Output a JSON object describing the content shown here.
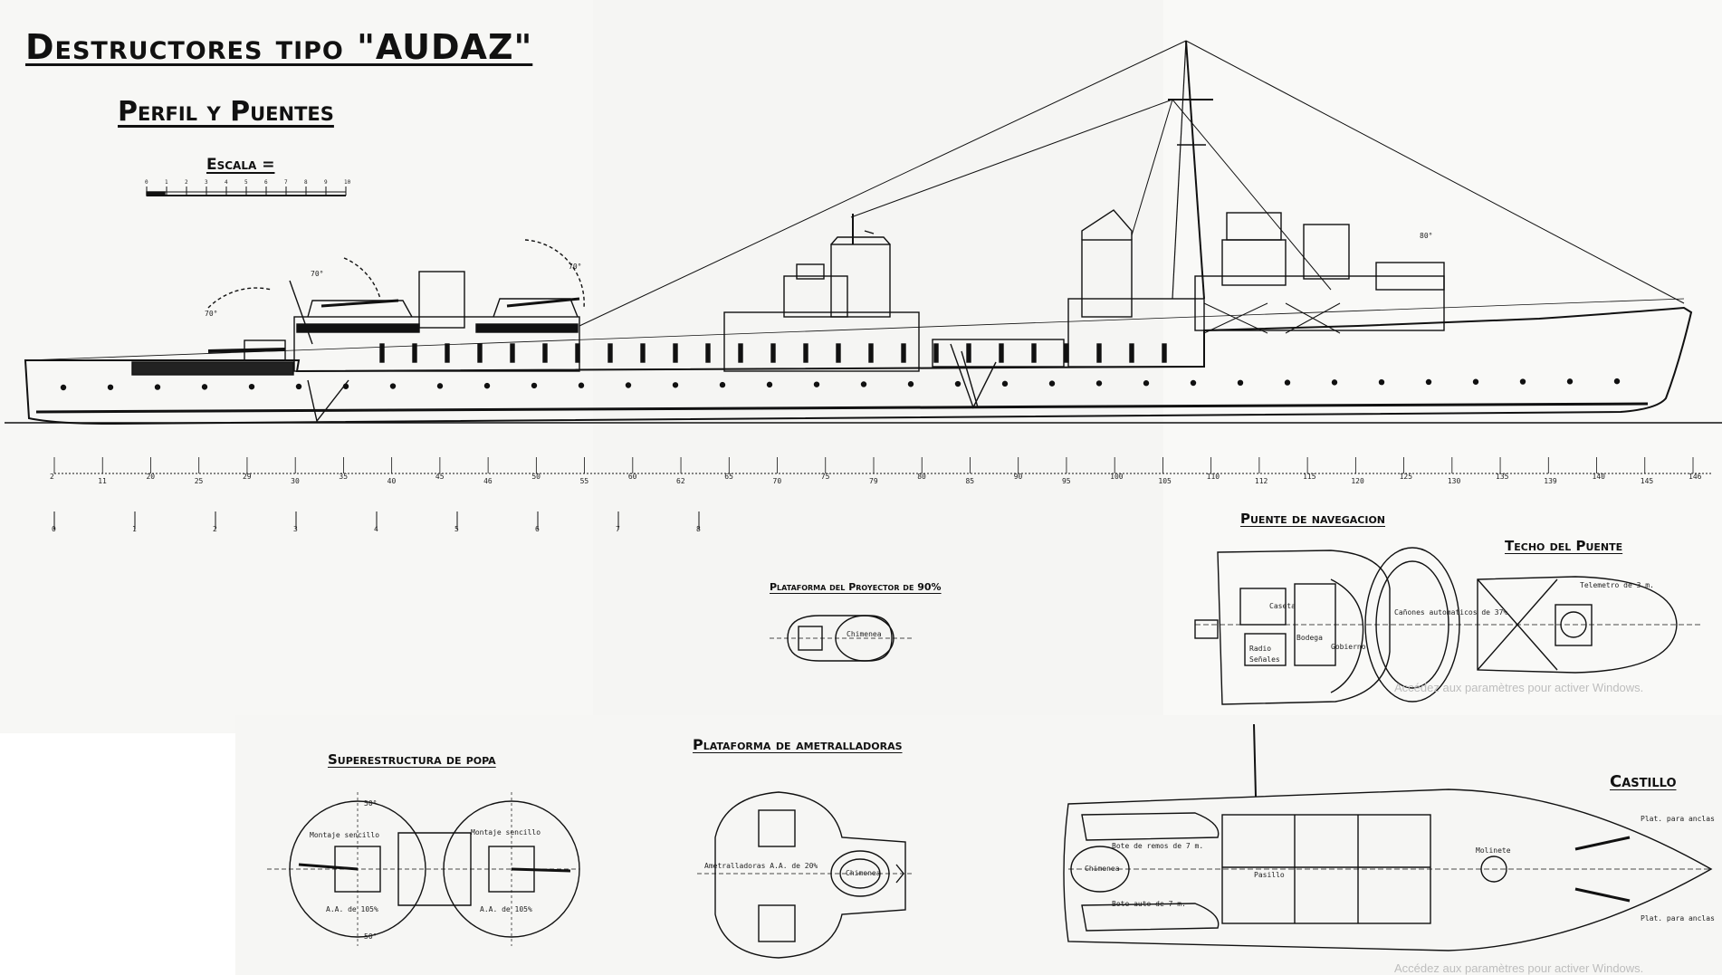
{
  "titles": {
    "main": "Destructores tipo \"AUDAZ\"",
    "subtitle": "Perfil y Puentes",
    "scale": "Escala ="
  },
  "scale_ticks": [
    "0",
    "1",
    "2",
    "3",
    "4",
    "5",
    "6",
    "7",
    "8",
    "9",
    "10"
  ],
  "sections": {
    "proyector": "Plataforma del Proyector de 90%",
    "puente": "Puente de navegacion",
    "techo": "Techo del Puente",
    "popa": "Superestructura de popa",
    "ametralladoras": "Plataforma de ametralladoras",
    "castillo": "Castillo"
  },
  "frame_numbers": [
    "2",
    "11",
    "20",
    "25",
    "29",
    "30",
    "35",
    "40",
    "45",
    "46",
    "50",
    "55",
    "60",
    "62",
    "65",
    "70",
    "75",
    "79",
    "80",
    "85",
    "90",
    "95",
    "100",
    "105",
    "110",
    "112",
    "115",
    "120",
    "125",
    "130",
    "135",
    "139",
    "140",
    "145",
    "146"
  ],
  "ruler_numbers": [
    "0",
    "1",
    "2",
    "3",
    "4",
    "5",
    "6",
    "7",
    "8"
  ],
  "labels": {
    "chimenea": "Chimenea",
    "caseta": "Caseta",
    "gobierno": "Gobierno",
    "radio": "Radio",
    "senales": "Señales",
    "bodega": "Bodega",
    "telemetro": "Telemetro de 3 m.",
    "canones": "Cañones automaticos de 37%",
    "montaje_sencillo": "Montaje sencillo",
    "aa_105": "A.A. de 105%",
    "amet_aa": "Ametralladoras A.A. de 20%",
    "bote_remos": "Bote de remos de 7 m.",
    "bote_auto": "Bote auto de 7 m.",
    "pasillo": "Pasillo",
    "molinete": "Molinete",
    "plat_anclas": "Plat. para anclas",
    "angle_50": "50°",
    "angle_70": "70°",
    "angle_80": "80°"
  },
  "watermark": {
    "line1": "Accédez aux paramètres pour activer Windows.",
    "line2": "Accédez aux paramètres pour activer Windows."
  },
  "colors": {
    "ink": "#111111",
    "paper": "#f6f6f4",
    "background": "#ffffff"
  }
}
